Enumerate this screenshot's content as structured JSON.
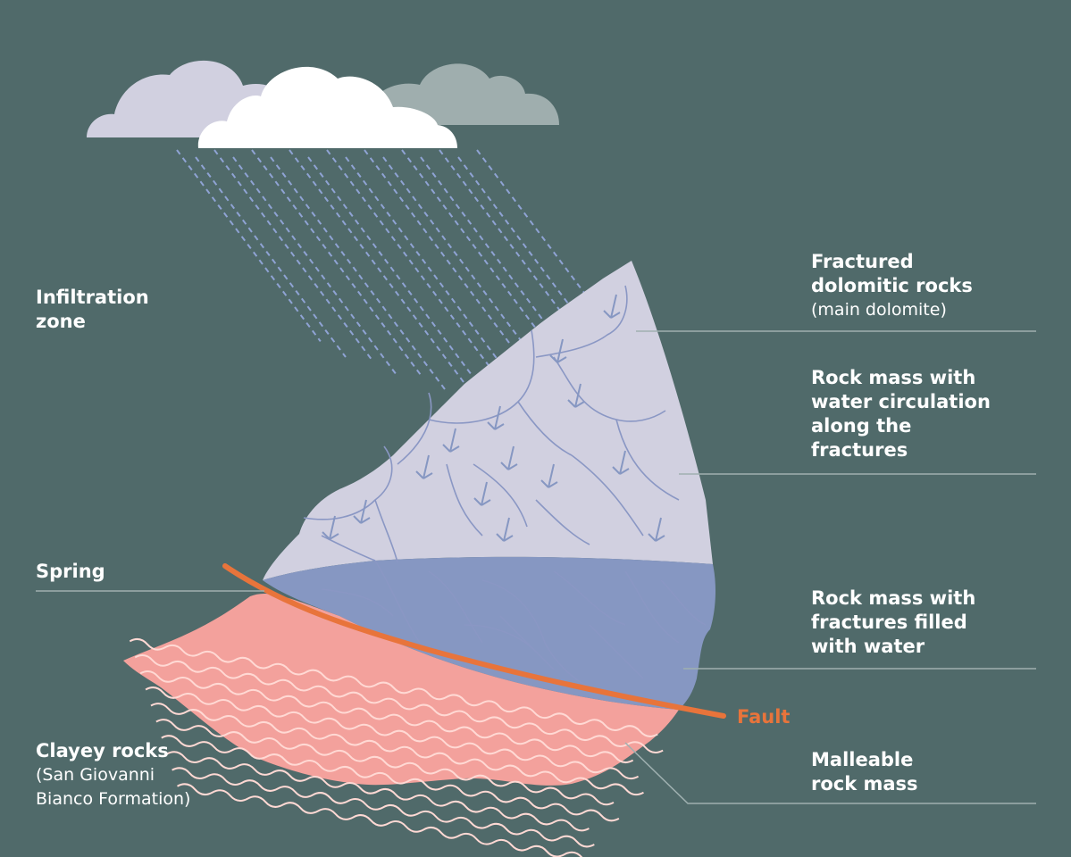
{
  "labels": {
    "infiltration": {
      "title": "Infiltration\nzone"
    },
    "fractured": {
      "title": "Fractured\ndolomitic rocks",
      "sub": "(main dolomite)"
    },
    "circulation": {
      "title": "Rock mass with\nwater circulation\nalong the\nfractures"
    },
    "spring": {
      "title": "Spring"
    },
    "filled": {
      "title": "Rock mass with\nfractures filled\nwith water"
    },
    "fault": {
      "title": "Fault"
    },
    "clayey": {
      "title": "Clayey rocks",
      "sub": "(San Giovanni\nBianco Formation)"
    },
    "malleable": {
      "title": "Malleable\nrock mass"
    }
  },
  "colors": {
    "background": "#506a6a",
    "dolomite": "#d1d0e0",
    "saturated": "#8697c2",
    "clay": "#f3a19c",
    "fault": "#e8743b",
    "rain": "#8fa3d4",
    "leader": "#9fb0b0"
  }
}
